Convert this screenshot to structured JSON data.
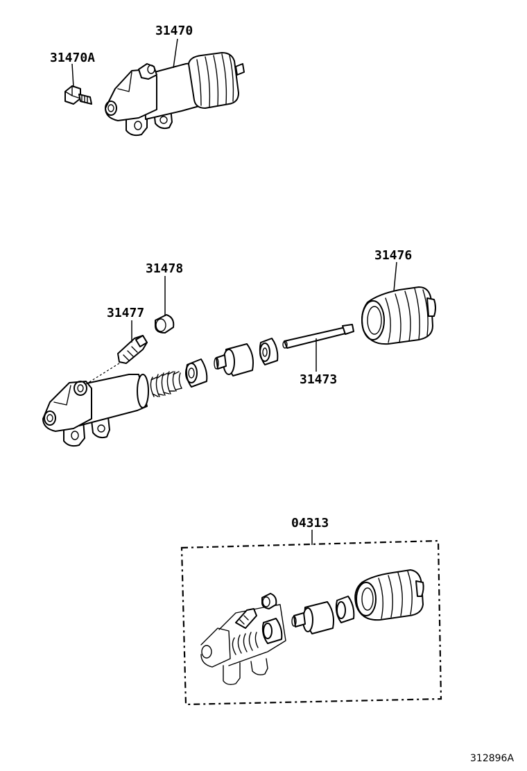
{
  "labels": {
    "assembly": "31470",
    "bleeder_bolt": "31470A",
    "boot": "31476",
    "bleeder_cap": "31478",
    "bleeder_plug": "31477",
    "push_rod": "31473",
    "repair_kit": "04313"
  },
  "figure_number": "312896A"
}
